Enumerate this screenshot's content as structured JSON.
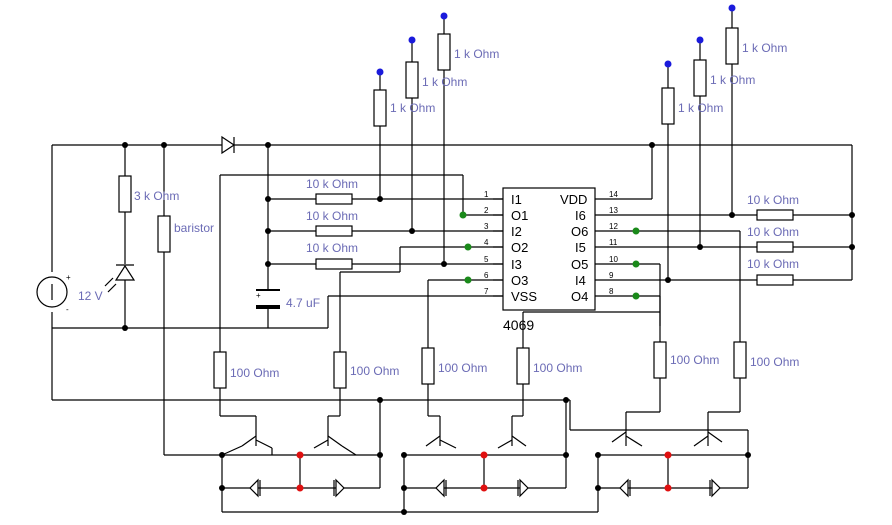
{
  "ic": {
    "name": "4069",
    "left_pins": [
      {
        "num": "1",
        "name": "I1"
      },
      {
        "num": "2",
        "name": "O1"
      },
      {
        "num": "3",
        "name": "I2"
      },
      {
        "num": "4",
        "name": "O2"
      },
      {
        "num": "5",
        "name": "I3"
      },
      {
        "num": "6",
        "name": "O3"
      },
      {
        "num": "7",
        "name": "VSS"
      }
    ],
    "right_pins": [
      {
        "num": "14",
        "name": "VDD"
      },
      {
        "num": "13",
        "name": "I6"
      },
      {
        "num": "12",
        "name": "O6"
      },
      {
        "num": "11",
        "name": "I5"
      },
      {
        "num": "10",
        "name": "O5"
      },
      {
        "num": "9",
        "name": "I4"
      },
      {
        "num": "8",
        "name": "O4"
      }
    ]
  },
  "labels": {
    "supply": "12 V",
    "supply_plus": "+",
    "supply_minus": "-",
    "r_led": "3 k Ohm",
    "varistor": "baristor",
    "capacitor": "4.7 uF",
    "cap_plus": "+",
    "r_fb_1": "10 k Ohm",
    "r_fb_2": "10 k Ohm",
    "r_fb_3": "10 k Ohm",
    "r_fb_4": "10 k Ohm",
    "r_fb_5": "10 k Ohm",
    "r_fb_6": "10 k Ohm",
    "r_probe_1": "1 k Ohm",
    "r_probe_2": "1 k Ohm",
    "r_probe_3": "1 k Ohm",
    "r_probe_4": "1 k Ohm",
    "r_probe_5": "1 k Ohm",
    "r_probe_6": "1 k Ohm",
    "r_base_1": "100  Ohm",
    "r_base_2": "100  Ohm",
    "r_base_3": "100  Ohm",
    "r_base_4": "100  Ohm",
    "r_base_5": "100  Ohm",
    "r_base_6": "100  Ohm"
  },
  "colors": {
    "wire": "#000000",
    "label": "#6b6bb5",
    "probe_tip": "#1a1adc",
    "output_node": "#1a8a1a",
    "motor_node": "#e01010"
  }
}
